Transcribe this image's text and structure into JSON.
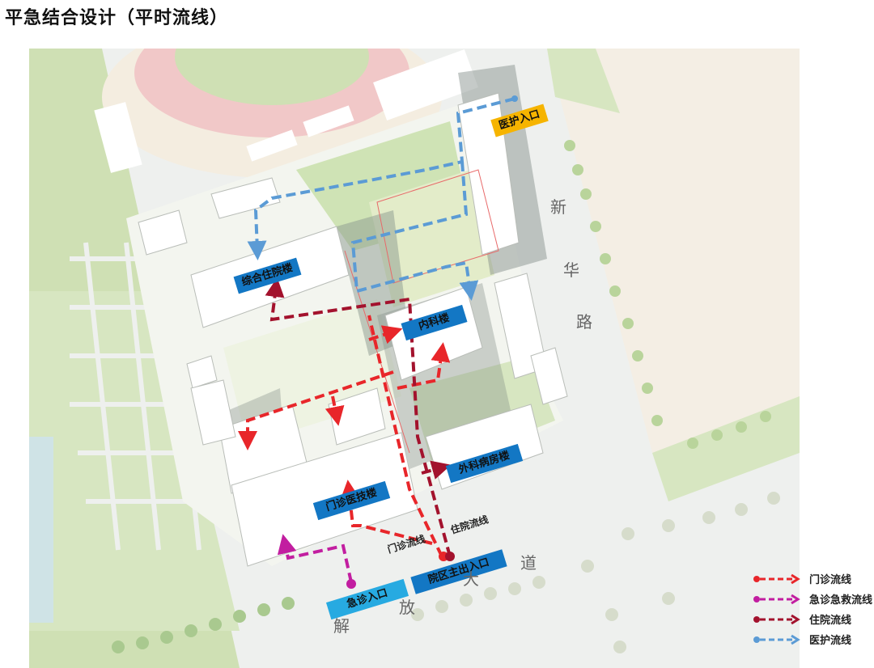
{
  "title": "平急结合设计（平时流线）",
  "buildings": {
    "inpatient_general": "综合住院楼",
    "internal_medicine": "内科楼",
    "surgical_ward": "外科病房楼",
    "outpatient_tech": "门诊医技楼"
  },
  "entrances": {
    "medical_staff": "医护入口",
    "emergency": "急诊入口",
    "main": "院区主出入口"
  },
  "flow_labels": {
    "outpatient": "门诊流线",
    "inpatient": "住院流线"
  },
  "roads": {
    "xinhua": [
      "新",
      "华",
      "路"
    ],
    "jiefang": [
      "解",
      "放",
      "大",
      "道"
    ]
  },
  "legend": [
    {
      "label": "门诊流线",
      "color": "#e8262a"
    },
    {
      "label": "急诊急救流线",
      "color": "#c21ea0"
    },
    {
      "label": "住院流线",
      "color": "#a3122d"
    },
    {
      "label": "医护流线",
      "color": "#5b9bd5"
    }
  ],
  "colors": {
    "outpatient_flow": "#e8262a",
    "emergency_flow": "#c21ea0",
    "inpatient_flow": "#a3122d",
    "staff_flow": "#5b9bd5",
    "building_label_bg": "#1377c4",
    "emergency_entrance_bg": "#27aae1",
    "staff_entrance_bg": "#f6b400"
  }
}
